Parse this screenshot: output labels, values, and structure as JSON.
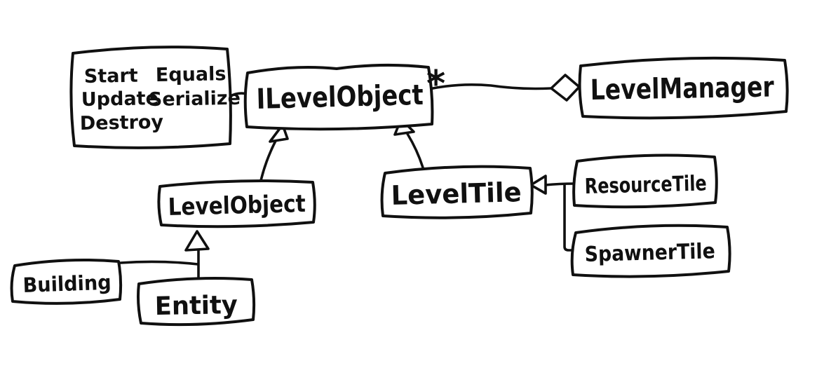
{
  "canvas": {
    "background": "#ffffff",
    "ink": "#101010"
  },
  "labels": {
    "ilevelobject": "ILevelObject",
    "levelmanager": "LevelManager",
    "levelobject": "LevelObject",
    "leveltile": "LevelTile",
    "resourcetile": "ResourceTile",
    "spawnertile": "SpawnerTile",
    "building": "Building",
    "entity": "Entity",
    "multiplicity": "*"
  },
  "methods": {
    "col1": [
      "Start",
      "Update",
      "Destroy"
    ],
    "col2": [
      "Equals",
      "Serialize"
    ]
  },
  "relationships": [
    {
      "from": "ILevelObject",
      "to": "LevelManager",
      "type": "aggregation",
      "multiplicity_at_ilevelobject": "*"
    },
    {
      "from": "LevelObject",
      "to": "ILevelObject",
      "type": "inheritance"
    },
    {
      "from": "LevelTile",
      "to": "ILevelObject",
      "type": "inheritance"
    },
    {
      "from": "ResourceTile",
      "to": "LevelTile",
      "type": "inheritance"
    },
    {
      "from": "SpawnerTile",
      "to": "LevelTile",
      "type": "inheritance"
    },
    {
      "from": "Building",
      "to": "LevelObject",
      "type": "inheritance"
    },
    {
      "from": "Entity",
      "to": "LevelObject",
      "type": "inheritance"
    },
    {
      "from": "methods-note",
      "to": "ILevelObject",
      "type": "note-attachment"
    }
  ]
}
